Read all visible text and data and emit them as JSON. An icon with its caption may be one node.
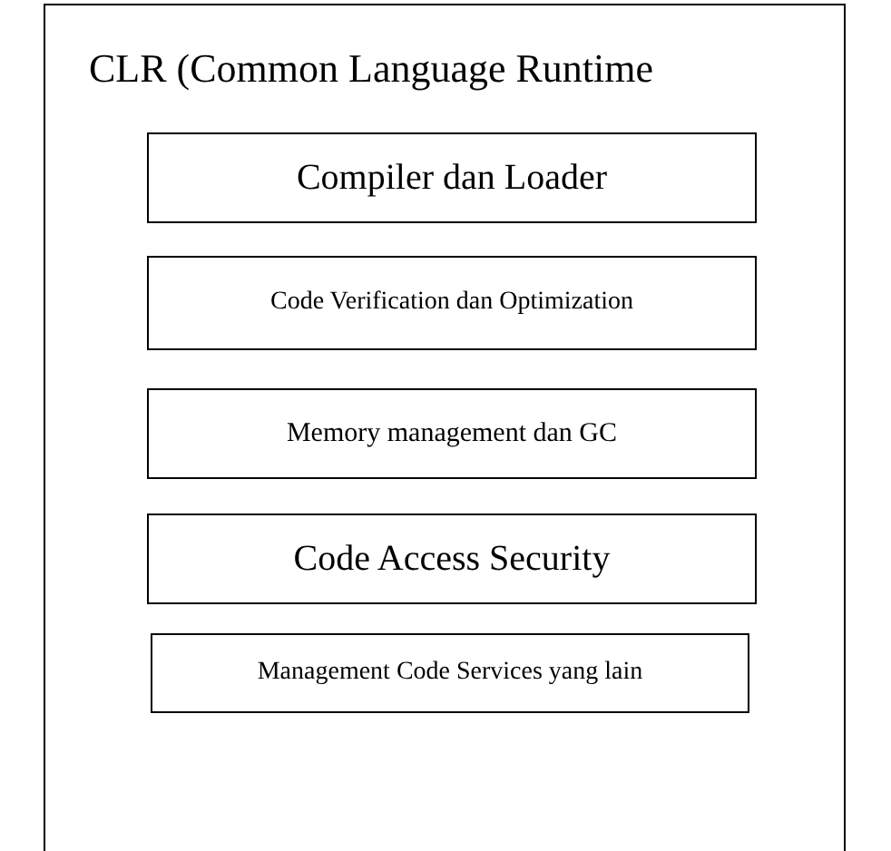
{
  "diagram": {
    "nodes": [
      {
        "text": [
          "CLR (Common Language Runtime"
        ]
      },
      {
        "text": [
          "Compiler dan Loader"
        ],
        "in": 0
      },
      {
        "text": [
          "Code Verification dan Optimization"
        ],
        "in": 0
      },
      {
        "text": [
          "Memory management dan GC"
        ],
        "in": 0
      },
      {
        "text": [
          "Code Access Security"
        ],
        "in": 0
      },
      {
        "text": [
          "Management Code Services yang lain"
        ],
        "in": 0
      }
    ]
  }
}
